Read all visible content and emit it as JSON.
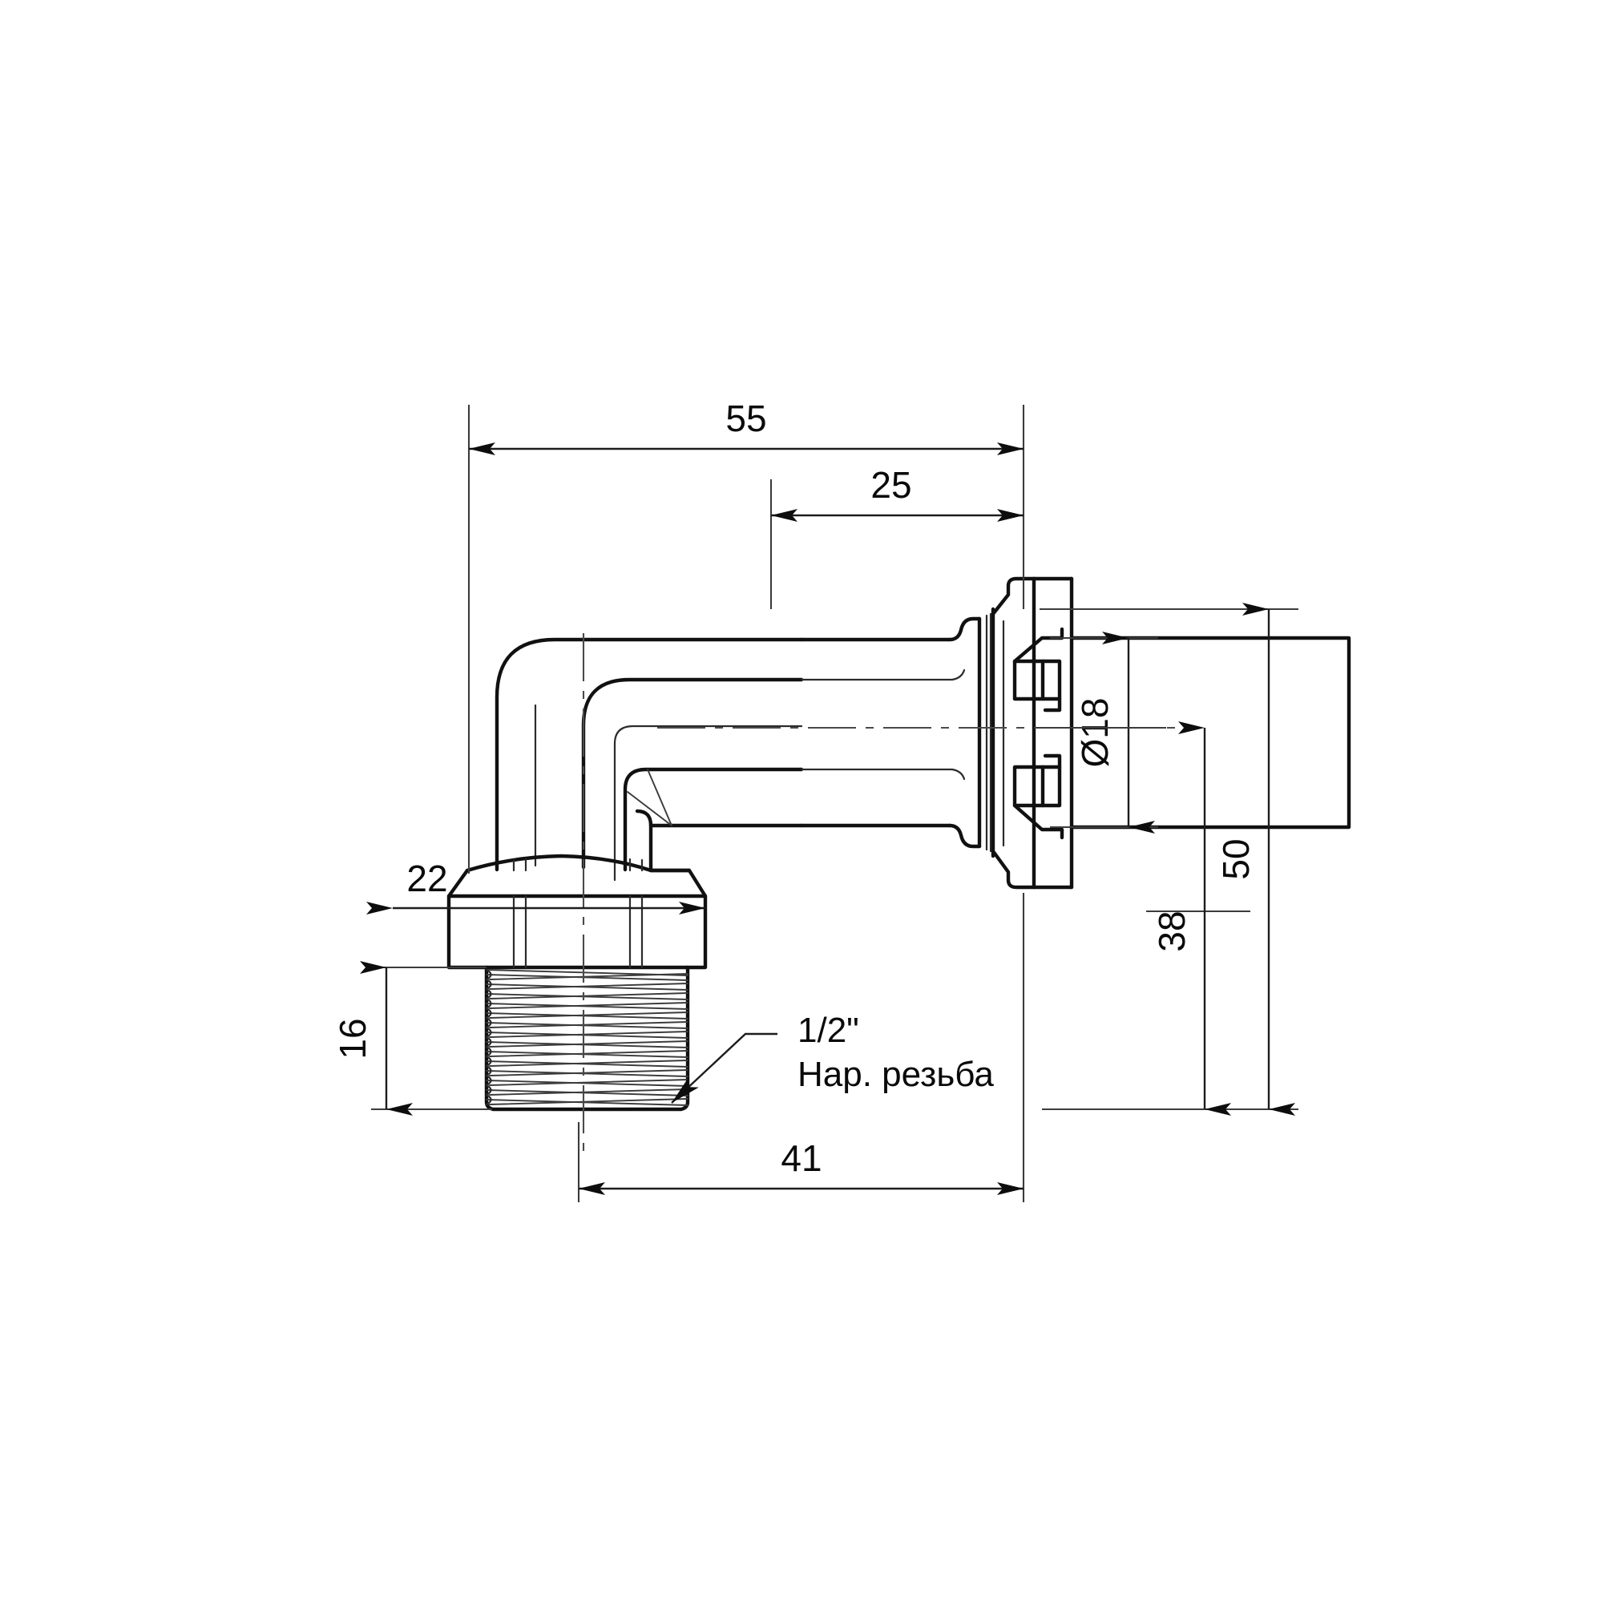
{
  "drawing": {
    "title": "Press fitting elbow 90° with male thread - dimensioned technical drawing",
    "units": "mm",
    "line_color": "#111111",
    "text_color": "#0a0a0a",
    "background": "#ffffff"
  },
  "dimensions": {
    "overall_length": {
      "label": "55",
      "name": "overall-length-55",
      "orientation": "horizontal"
    },
    "press_end_length": {
      "label": "25",
      "name": "press-end-length-25",
      "orientation": "horizontal"
    },
    "pipe_diameter": {
      "label": "Ø18",
      "name": "pipe-outer-diameter-18",
      "orientation": "vertical"
    },
    "overall_height": {
      "label": "50",
      "name": "overall-height-50",
      "orientation": "vertical"
    },
    "axis_height": {
      "label": "38",
      "name": "axis-height-38",
      "orientation": "vertical"
    },
    "hex_across_flats": {
      "label": "22",
      "name": "hex-across-flats-22",
      "orientation": "horizontal"
    },
    "thread_length": {
      "label": "16",
      "name": "thread-length-16",
      "orientation": "vertical"
    },
    "overall_depth": {
      "label": "41",
      "name": "overall-depth-41",
      "orientation": "horizontal"
    }
  },
  "annotations": {
    "thread_callout": {
      "line1": "1/2\"",
      "line2": "Нар. резьба",
      "name": "thread-callout"
    }
  },
  "chart_data": {
    "type": "table",
    "title": "Dimensioned technical drawing — press elbow 90° x male thread",
    "xlabel": "",
    "ylabel": "",
    "categories": [
      "55",
      "25",
      "Ø18",
      "50",
      "38",
      "22",
      "16",
      "41"
    ],
    "values": [
      55,
      25,
      18,
      50,
      38,
      22,
      16,
      41
    ]
  }
}
